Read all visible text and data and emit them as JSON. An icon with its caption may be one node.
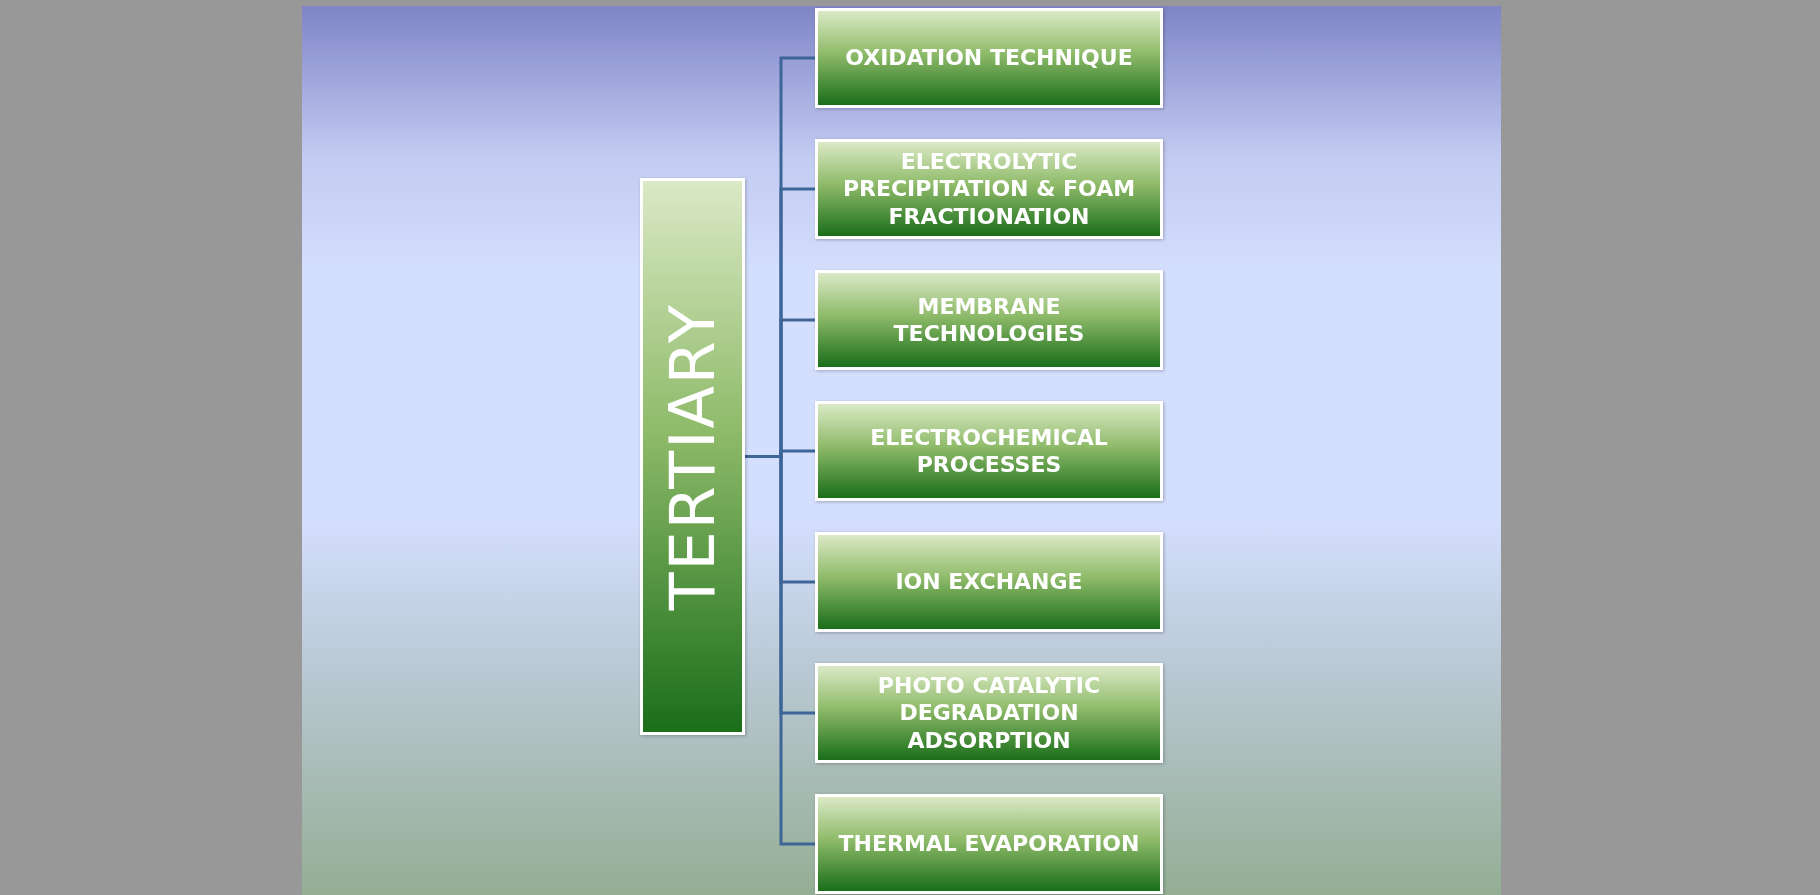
{
  "diagram": {
    "nodes": [
      {
        "text": [
          "TERTIARY"
        ]
      },
      {
        "text": [
          "OXIDATION TECHNIQUE"
        ]
      },
      {
        "text": [
          "ELECTROLYTIC PRECIPITATION & FOAM FRACTIONATION"
        ]
      },
      {
        "text": [
          "MEMBRANE TECHNOLOGIES"
        ]
      },
      {
        "text": [
          "ELECTROCHEMICAL PROCESSES"
        ]
      },
      {
        "text": [
          "ION EXCHANGE"
        ]
      },
      {
        "text": [
          "PHOTO CATALYTIC DEGRADATION ADSORPTION"
        ]
      },
      {
        "text": [
          "THERMAL EVAPORATION"
        ]
      }
    ],
    "edges": [
      {
        "from": 0,
        "to": 1,
        "arrow": "none"
      },
      {
        "from": 0,
        "to": 2,
        "arrow": "none"
      },
      {
        "from": 0,
        "to": 3,
        "arrow": "none"
      },
      {
        "from": 0,
        "to": 4,
        "arrow": "none"
      },
      {
        "from": 0,
        "to": 5,
        "arrow": "none"
      },
      {
        "from": 0,
        "to": 6,
        "arrow": "none"
      },
      {
        "from": 0,
        "to": 7,
        "arrow": "none"
      }
    ]
  }
}
